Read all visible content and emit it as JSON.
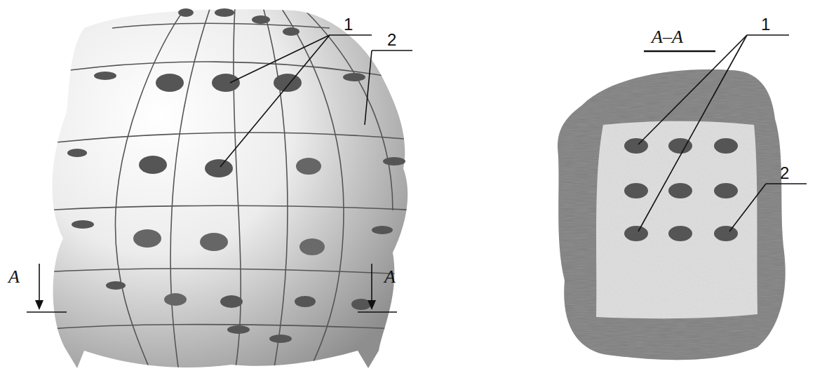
{
  "diagram": {
    "labels": [
      "1",
      "2",
      "A",
      "A",
      "A–A",
      "1",
      "2"
    ]
  }
}
